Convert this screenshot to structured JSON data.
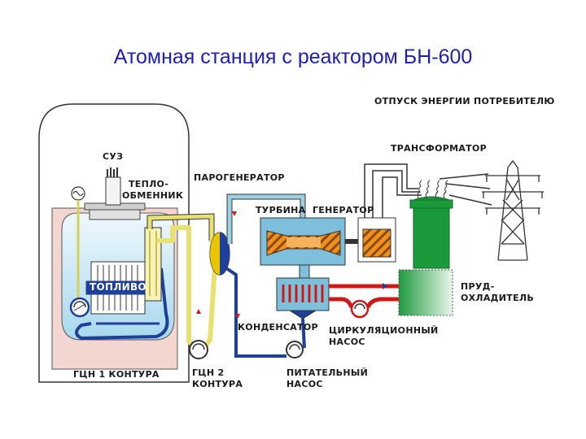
{
  "title": "Атомная станция с реактором БН-600",
  "labels": {
    "energy_out": "ОТПУСК ЭНЕРГИИ ПОТРЕБИТЕЛЮ",
    "transformer": "ТРАНСФОРМАТОР",
    "suz": "СУЗ",
    "heat_exchanger_1": "ТЕПЛО-",
    "heat_exchanger_2": "ОБМЕННИК",
    "steam_generator": "ПАРОГЕНЕРАТОР",
    "turbine": "ТУРБИНА",
    "generator": "ГЕНЕРАТОР",
    "fuel": "ТОПЛИВО",
    "pond_1": "ПРУД-",
    "pond_2": "ОХЛАДИТЕЛЬ",
    "condenser": "КОНДЕНСАТОР",
    "circ_pump_1": "ЦИРКУЛЯЦИОННЫЙ",
    "circ_pump_2": "НАСОС",
    "pump_loop1": "ГЦН 1 КОНТУРА",
    "pump_loop2_1": "ГЦН 2",
    "pump_loop2_2": "КОНТУРА",
    "feed_pump_1": "ПИТАТЕЛЬНЫЙ",
    "feed_pump_2": "НАСОС"
  },
  "colors": {
    "title": "#1f1fb0",
    "primary_loop": "#1e3f9a",
    "secondary_loop": "#e8e070",
    "steam_line": "#9ccfe0",
    "cooling_water": "#d01818",
    "turbine_rotor": "#f0901e",
    "transformer": "#1a9a3a",
    "pond": "#2aa84a",
    "reactor_pool": "#bfe4f5",
    "concrete": "#f2d6cf"
  },
  "icons": [
    "ac-source-icon",
    "control-rods-icon",
    "pump-icon",
    "transmission-tower-icon",
    "flow-arrow-icon"
  ]
}
